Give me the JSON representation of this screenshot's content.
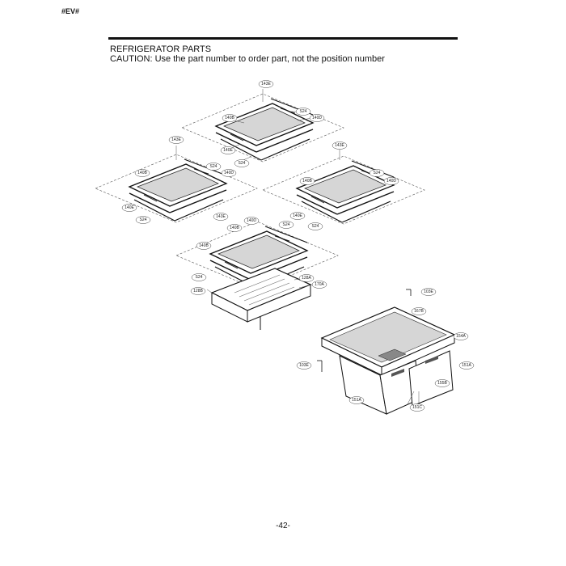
{
  "header": {
    "code": "#EV#"
  },
  "section": {
    "title": "REFRIGERATOR PARTS",
    "caution": "CAUTION: Use the part number to order part, not the position number"
  },
  "footer": {
    "page_number": "-42-"
  },
  "diagram": {
    "shelf_top": [
      "143E",
      "140B",
      "S24",
      "140D",
      "140E",
      "S24"
    ],
    "shelf_left": [
      "143E",
      "140B",
      "S24",
      "140D",
      "140E",
      "S24"
    ],
    "shelf_right": [
      "143E",
      "140B",
      "S24",
      "140D",
      "140E",
      "S24"
    ],
    "shelf_bottom": [
      "143E",
      "140D",
      "140B",
      "S24",
      "140B",
      "S24",
      "128A",
      "170A",
      "128B"
    ],
    "crisper": [
      "103E",
      "167B",
      "154A",
      "103E",
      "151A",
      "155B",
      "151A",
      "151C"
    ]
  }
}
